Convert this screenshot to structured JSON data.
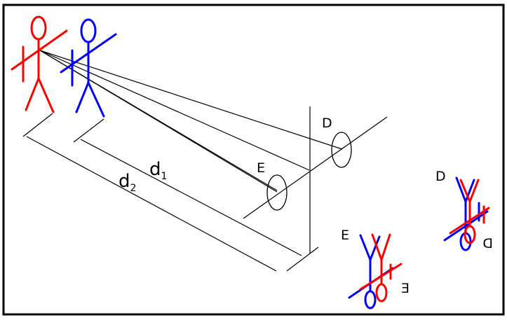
{
  "labels": {
    "d1_letter": "d",
    "d1_subscript": "1",
    "d2_letter": "d",
    "d2_subscript": "2",
    "e_main": "E",
    "d_main": "D",
    "e_inset": "E",
    "e_inset_mirror": "E",
    "d_inset": "D",
    "d_inset_mirror": "D"
  },
  "colors": {
    "observer_a": "#ff0000",
    "observer_b": "#0000ff",
    "lines": "#000000",
    "frame": "#000000"
  },
  "icons": {
    "observer_a": "red-stick-figure-icon",
    "observer_b": "blue-stick-figure-icon",
    "lens_e": "lens-ellipse-icon",
    "lens_d": "lens-ellipse-icon"
  }
}
